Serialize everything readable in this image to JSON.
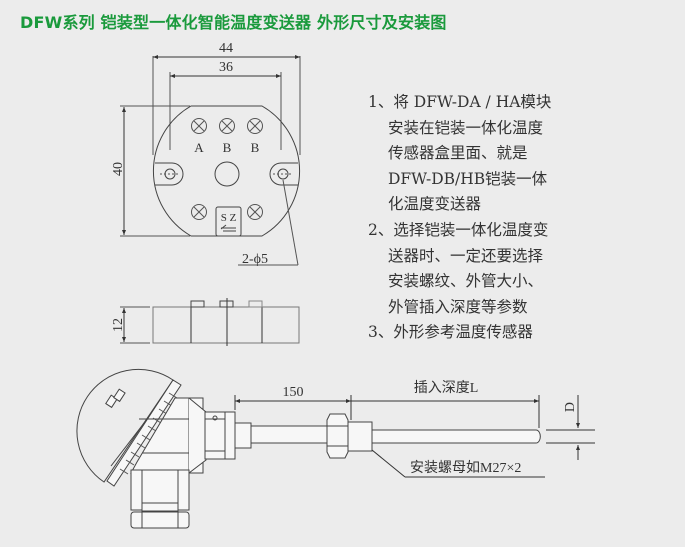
{
  "title": "DFW系列 铠装型一体化智能温度变送器 外形尺寸及安装图",
  "colors": {
    "title": "#1a9a3c",
    "background": "#ececec",
    "line": "#444444"
  },
  "top_view": {
    "dim_outer_width": "44",
    "dim_inner_width": "36",
    "dim_height": "40",
    "terminal_labels": [
      "A",
      "B",
      "B"
    ],
    "sz_label": "S Z",
    "hole_callout": "2-ϕ5"
  },
  "side_view": {
    "dim_height": "12"
  },
  "notes": {
    "lines": [
      {
        "text": "1、将 DFW-DA / HA模块",
        "indent": false
      },
      {
        "text": "安装在铠装一体化温度",
        "indent": true
      },
      {
        "text": "传感器盒里面、就是",
        "indent": true
      },
      {
        "text": "DFW-DB/HB铠装一体",
        "indent": true
      },
      {
        "text": "化温度变送器",
        "indent": true
      },
      {
        "text": "2、选择铠装一体化温度变",
        "indent": false
      },
      {
        "text": "送器时、一定还要选择",
        "indent": true
      },
      {
        "text": "安装螺纹、外管大小、",
        "indent": true
      },
      {
        "text": "外管插入深度等参数",
        "indent": true
      },
      {
        "text": "3、外形参考温度传感器",
        "indent": false
      }
    ]
  },
  "sensor_view": {
    "dim_length": "150",
    "insert_depth_label": "插入深度L",
    "diameter_label": "D",
    "nut_callout": "安装螺母如M27×2"
  }
}
